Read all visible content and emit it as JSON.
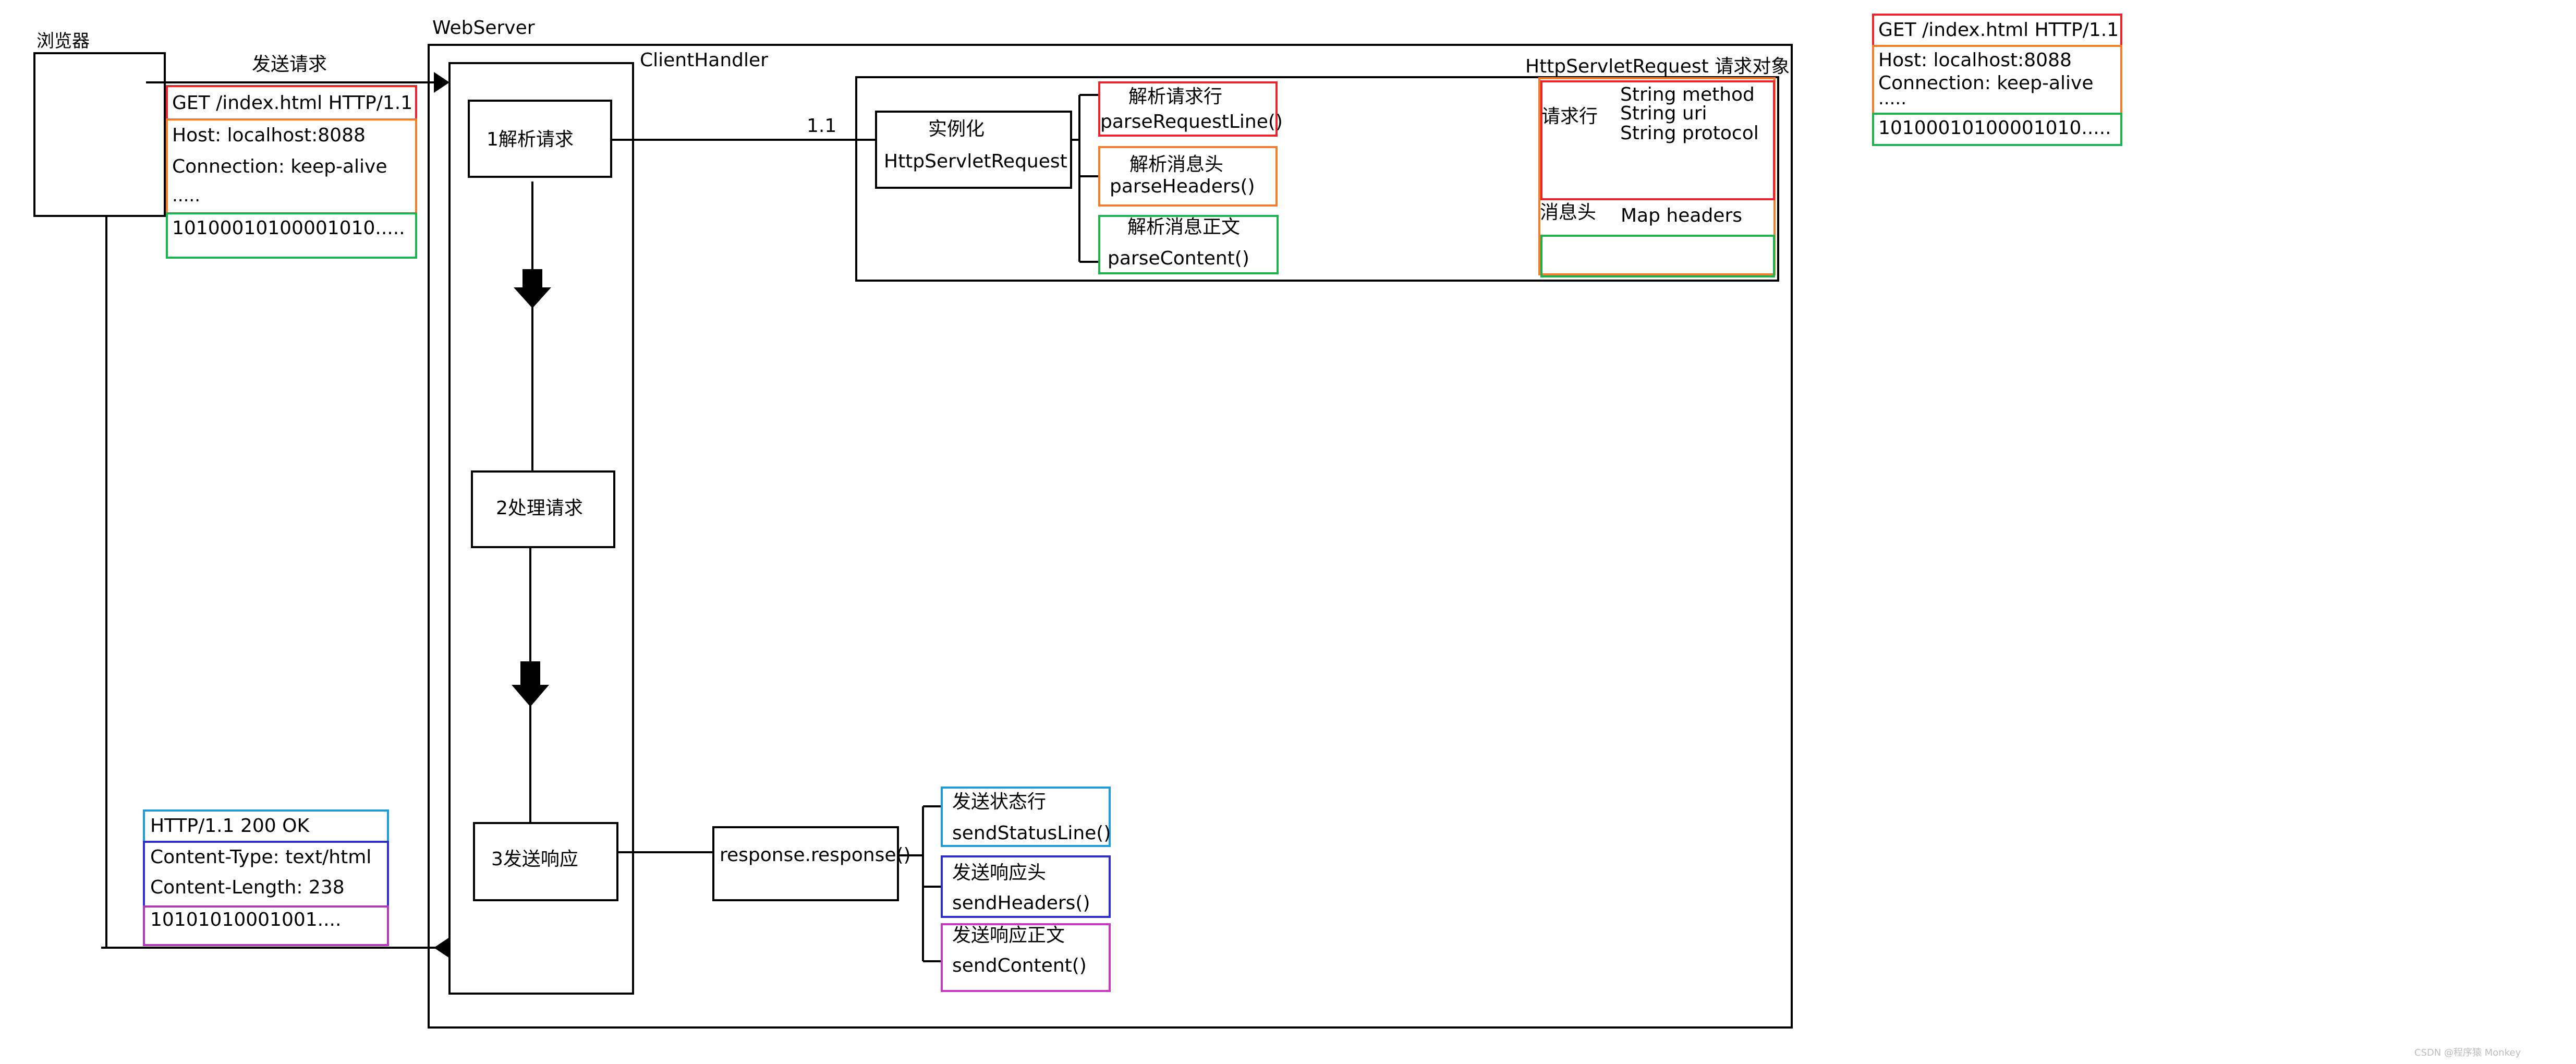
{
  "browser": {
    "title": "浏览器",
    "send_label": "发送请求"
  },
  "webserver": {
    "title": "WebServer"
  },
  "client_handler": {
    "title": "ClientHandler",
    "step1": "1解析请求",
    "step2": "2处理请求",
    "step3": "3发送响应",
    "edge_label": "1.1"
  },
  "request_block": {
    "line": "GET /index.html HTTP/1.1",
    "header_host": "Host: localhost:8088",
    "header_conn": "Connection: keep-alive",
    "header_more": ".....",
    "body": "10100010100001010....."
  },
  "request_block_right": {
    "line": "GET /index.html HTTP/1.1",
    "header_host": "Host: localhost:8088",
    "header_conn": "Connection: keep-alive",
    "header_more": ".....",
    "body": "10100010100001010....."
  },
  "instantiate": {
    "label": "实例化",
    "class_name": "HttpServletRequest"
  },
  "parse_methods": {
    "line_cn": "解析请求行",
    "line_fn": "parseRequestLine()",
    "headers_cn": "解析消息头",
    "headers_fn": "parseHeaders()",
    "content_cn": "解析消息正文",
    "content_fn": "parseContent()"
  },
  "request_object": {
    "title": "HttpServletRequest 请求对象",
    "request_line_label": "请求行",
    "fields": [
      "String method",
      "String uri",
      "String protocol"
    ],
    "headers_label": "消息头",
    "headers_field": "Map headers"
  },
  "response_call": {
    "label": "response.response()"
  },
  "send_methods": {
    "status_cn": "发送状态行",
    "status_fn": "sendStatusLine()",
    "headers_cn": "发送响应头",
    "headers_fn": "sendHeaders()",
    "content_cn": "发送响应正文",
    "content_fn": "sendContent()"
  },
  "response_block": {
    "status_line": "HTTP/1.1 200 OK",
    "content_type": "Content-Type: text/html",
    "content_length": "Content-Length: 238",
    "body": "10101010001001...."
  },
  "watermark": "CSDN @程序猿 Monkey",
  "colors": {
    "request_line": "#e8242c",
    "headers": "#f07e2e",
    "body": "#1fb14e",
    "status_line": "#1f9bd6",
    "response_headers": "#2f2fc6",
    "response_body": "#c23cc2"
  }
}
